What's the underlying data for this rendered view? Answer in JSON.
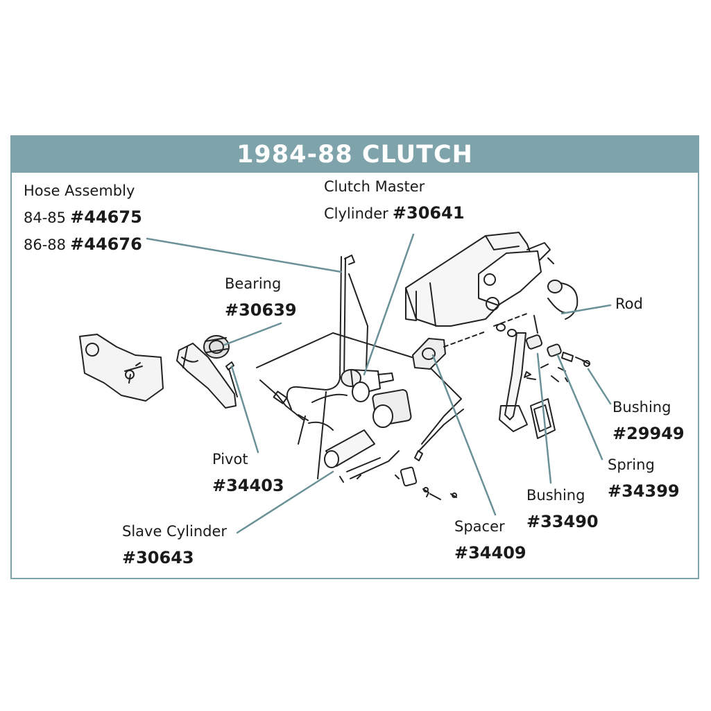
{
  "title": "1984-88 CLUTCH",
  "colors": {
    "accent": "#7fa3ab",
    "line": "#222222",
    "leader": "#6a9098"
  },
  "labels": {
    "hose": {
      "name": "Hose Assembly",
      "year1": "84-85",
      "pn1": "#44675",
      "year2": "86-88",
      "pn2": "#44676"
    },
    "master": {
      "name1": "Clutch Master",
      "name2": "Clylinder",
      "pn": "#30641"
    },
    "bearing": {
      "name": "Bearing",
      "pn": "#30639"
    },
    "rod": {
      "name": "Rod"
    },
    "bushing1": {
      "name": "Bushing",
      "pn": "#29949"
    },
    "spring": {
      "name": "Spring",
      "pn": "#34399"
    },
    "bushing2": {
      "name": "Bushing",
      "pn": "#33490"
    },
    "pivot": {
      "name": "Pivot",
      "pn": "#34403"
    },
    "slave": {
      "name": "Slave Cylinder",
      "pn": "#30643"
    },
    "spacer": {
      "name": "Spacer",
      "pn": "#34409"
    }
  }
}
